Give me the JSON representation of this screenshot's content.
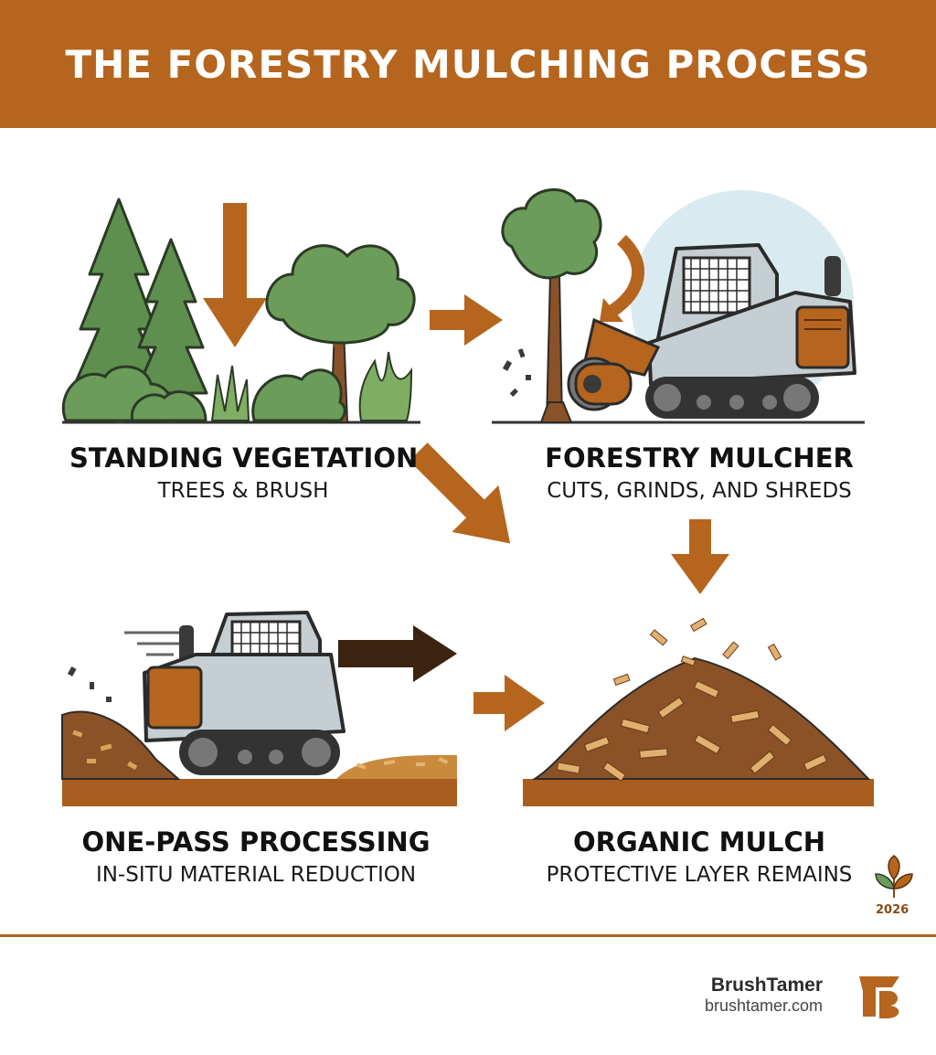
{
  "title": "THE FORESTRY MULCHING PROCESS",
  "steps": [
    {
      "title": "STANDING VEGETATION",
      "subtitle": "TREES & BRUSH"
    },
    {
      "title": "FORESTRY MULCHER",
      "subtitle": "CUTS, GRINDS, AND SHREDS"
    },
    {
      "title": "ONE-PASS PROCESSING",
      "subtitle": "IN-SITU MATERIAL REDUCTION"
    },
    {
      "title": "ORGANIC MULCH",
      "subtitle": "PROTECTIVE LAYER REMAINS"
    }
  ],
  "badge": {
    "year": "2026",
    "icon": "sprout-icon"
  },
  "brand": {
    "name": "BrushTamer",
    "url": "brushtamer.com",
    "logo_icon": "brushtamer-logo-icon"
  },
  "colors": {
    "accent": "#b5651e",
    "dark_arrow": "#3b230f",
    "tree_green": "#5e8f4e",
    "machine_gray": "#c5ced3"
  }
}
